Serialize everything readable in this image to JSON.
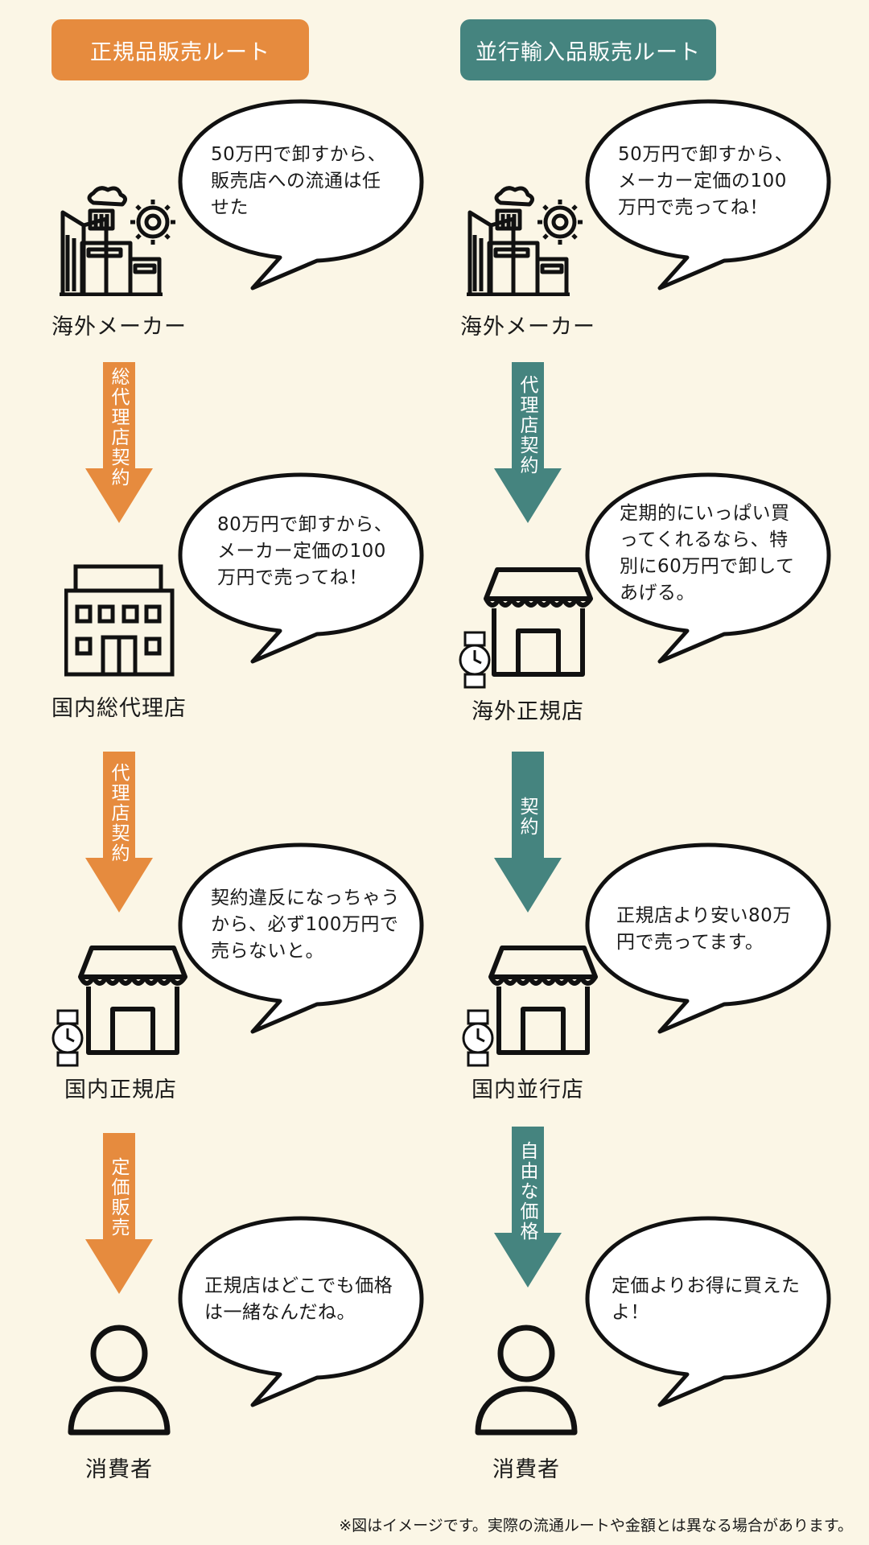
{
  "headers": {
    "left": "正規品販売ルート",
    "right": "並行輸入品販売ルート"
  },
  "colors": {
    "orange": "#e68b3e",
    "teal": "#45847f",
    "background": "#fbf6e6"
  },
  "left_route": {
    "nodes": [
      "海外メーカー",
      "国内総代理店",
      "国内正規店",
      "消費者"
    ],
    "bubbles": [
      "50万円で卸すから、\n販売店への流通は任\nせた",
      "80万円で卸すから、\nメーカー定価の100\n万円で売ってね！",
      "契約違反になっちゃう\nから、必ず100万円で\n売らないと。",
      "正規店はどこでも価格\nは一緒なんだね。"
    ],
    "arrows": [
      "総代理店契約",
      "代理店契約",
      "定価販売"
    ]
  },
  "right_route": {
    "nodes": [
      "海外メーカー",
      "海外正規店",
      "国内並行店",
      "消費者"
    ],
    "bubbles": [
      "50万円で卸すから、\nメーカー定価の100\n万円で売ってね！",
      "定期的にいっぱい買\nってくれるなら、特\n別に60万円で卸して\nあげる。",
      "正規店より安い80万\n円で売ってます。",
      "定価よりお得に買えた\nよ！"
    ],
    "arrows": [
      "代理店契約",
      "契約",
      "自由な価格"
    ]
  },
  "footnote": "※図はイメージです。実際の流通ルートや金額とは異なる場合があります。"
}
